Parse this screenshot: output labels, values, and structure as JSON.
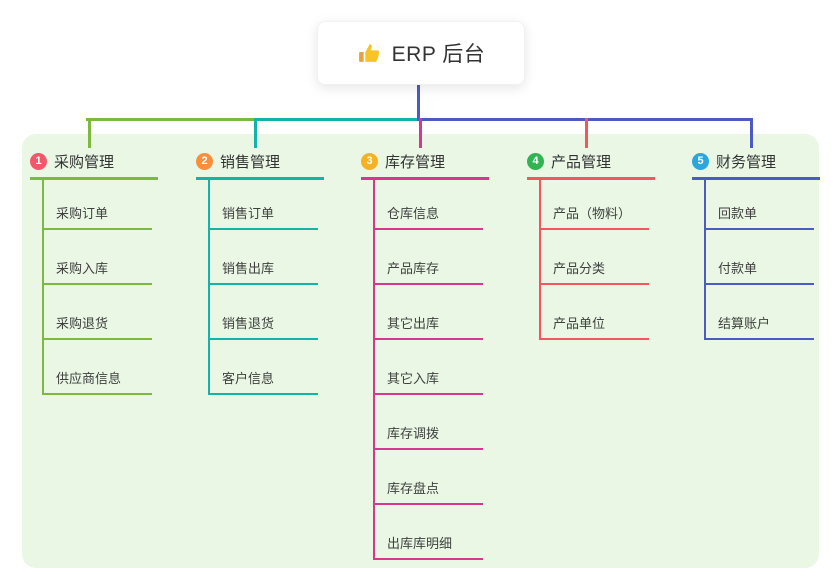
{
  "root": {
    "title": "ERP 后台",
    "icon": "thumbs-up-icon"
  },
  "colors": {
    "canvas_bg": "#ffffff",
    "panel_bg": "#e9f7e4",
    "root_connector": "#4a5cc4",
    "root_text": "#333333",
    "child_text": "#404040",
    "thumb_gold": "#f7c326",
    "thumb_cuff": "#e8a33d"
  },
  "branches": [
    {
      "number": "1",
      "label": "采购管理",
      "badge_color": "#f4566a",
      "line_color": "#7cb93f",
      "children": [
        "采购订单",
        "采购入库",
        "采购退货",
        "供应商信息"
      ]
    },
    {
      "number": "2",
      "label": "销售管理",
      "badge_color": "#f78f3d",
      "line_color": "#14b3a7",
      "children": [
        "销售订单",
        "销售出库",
        "销售退货",
        "客户信息"
      ]
    },
    {
      "number": "3",
      "label": "库存管理",
      "badge_color": "#f5b324",
      "line_color": "#d8378f",
      "children": [
        "仓库信息",
        "产品库存",
        "其它出库",
        "其它入库",
        "库存调拨",
        "库存盘点",
        "出库库明细"
      ]
    },
    {
      "number": "4",
      "label": "产品管理",
      "badge_color": "#33b453",
      "line_color": "#f4555e",
      "children": [
        "产品（物料）",
        "产品分类",
        "产品单位"
      ]
    },
    {
      "number": "5",
      "label": "财务管理",
      "badge_color": "#2ba7df",
      "line_color": "#4a5cc4",
      "children": [
        "回款单",
        "付款单",
        "结算账户"
      ]
    }
  ]
}
